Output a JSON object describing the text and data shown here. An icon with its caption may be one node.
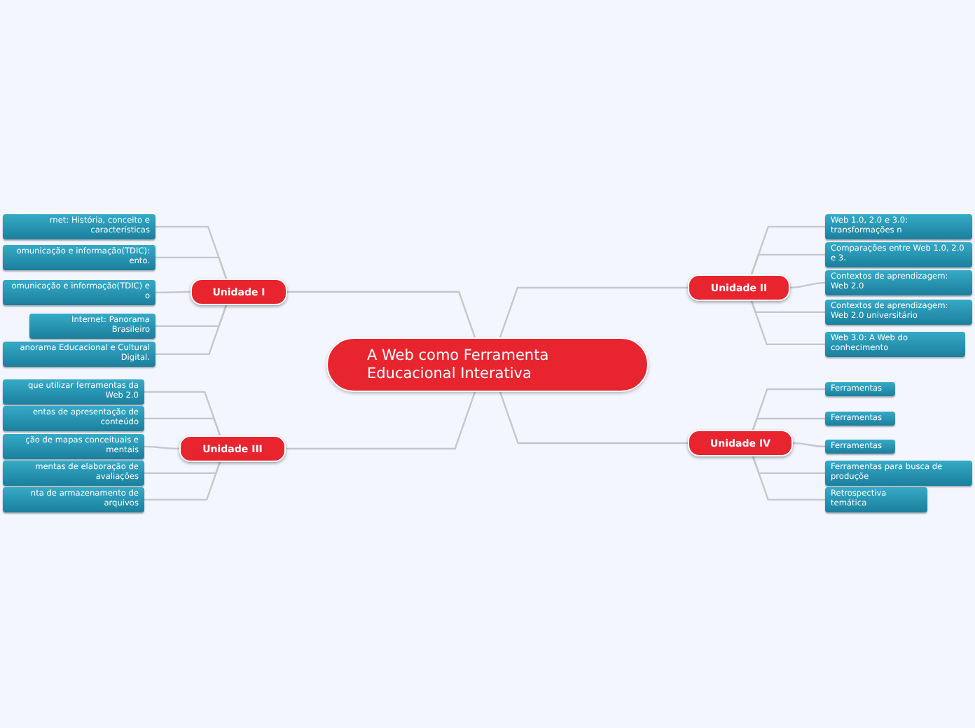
{
  "diagram": {
    "nodes": [
      {
        "text": [
          "A Web como Ferramenta Educacional Interativa"
        ]
      },
      {
        "text": [
          "Unidade I"
        ]
      },
      {
        "text": [
          "rnet: História, conceito e características"
        ]
      },
      {
        "text": [
          "omunicação e informação(TDIC): ento."
        ]
      },
      {
        "text": [
          "omunicação e informação(TDIC) e o"
        ]
      },
      {
        "text": [
          "Internet: Panorama Brasileiro"
        ]
      },
      {
        "text": [
          "anorama Educacional e Cultural Digital."
        ]
      },
      {
        "text": [
          "Unidade II"
        ]
      },
      {
        "text": [
          "Web 1.0, 2.0 e 3.0: transformações n"
        ]
      },
      {
        "text": [
          "Comparações entre Web 1.0, 2.0 e 3."
        ]
      },
      {
        "text": [
          "Contextos de aprendizagem: Web 2.0"
        ]
      },
      {
        "text": [
          "Contextos de aprendizagem: Web 2.0 universitário"
        ]
      },
      {
        "text": [
          "Web 3.0: A Web do conhecimento"
        ]
      },
      {
        "text": [
          "Unidade III"
        ]
      },
      {
        "text": [
          "que utilizar ferramentas da Web 2.0"
        ]
      },
      {
        "text": [
          "entas de apresentação de conteúdo"
        ]
      },
      {
        "text": [
          "ção de mapas conceituais e mentais"
        ]
      },
      {
        "text": [
          "mentas de elaboração de avaliações"
        ]
      },
      {
        "text": [
          "nta de armazenamento de arquivos"
        ]
      },
      {
        "text": [
          "Unidade IV"
        ]
      },
      {
        "text": [
          "Ferramentas"
        ]
      },
      {
        "text": [
          "Ferramentas"
        ]
      },
      {
        "text": [
          "Ferramentas"
        ]
      },
      {
        "text": [
          "Ferramentas para busca de produçõe"
        ]
      },
      {
        "text": [
          "Retrospectiva temática"
        ]
      }
    ],
    "edges": [
      {
        "from": 0,
        "to": 1,
        "arrow": "none"
      },
      {
        "from": 1,
        "to": 2,
        "arrow": "none"
      },
      {
        "from": 1,
        "to": 3,
        "arrow": "none"
      },
      {
        "from": 1,
        "to": 4,
        "arrow": "none"
      },
      {
        "from": 1,
        "to": 5,
        "arrow": "none"
      },
      {
        "from": 1,
        "to": 6,
        "arrow": "none"
      },
      {
        "from": 0,
        "to": 7,
        "arrow": "none"
      },
      {
        "from": 7,
        "to": 8,
        "arrow": "none"
      },
      {
        "from": 7,
        "to": 9,
        "arrow": "none"
      },
      {
        "from": 7,
        "to": 10,
        "arrow": "none"
      },
      {
        "from": 7,
        "to": 11,
        "arrow": "none"
      },
      {
        "from": 7,
        "to": 12,
        "arrow": "none"
      },
      {
        "from": 0,
        "to": 13,
        "arrow": "none"
      },
      {
        "from": 13,
        "to": 14,
        "arrow": "none"
      },
      {
        "from": 13,
        "to": 15,
        "arrow": "none"
      },
      {
        "from": 13,
        "to": 16,
        "arrow": "none"
      },
      {
        "from": 13,
        "to": 17,
        "arrow": "none"
      },
      {
        "from": 13,
        "to": 18,
        "arrow": "none"
      },
      {
        "from": 0,
        "to": 19,
        "arrow": "none"
      },
      {
        "from": 19,
        "to": 20,
        "arrow": "none"
      },
      {
        "from": 19,
        "to": 21,
        "arrow": "none"
      },
      {
        "from": 19,
        "to": 22,
        "arrow": "none"
      },
      {
        "from": 19,
        "to": 23,
        "arrow": "none"
      },
      {
        "from": 19,
        "to": 24,
        "arrow": "none"
      }
    ]
  }
}
